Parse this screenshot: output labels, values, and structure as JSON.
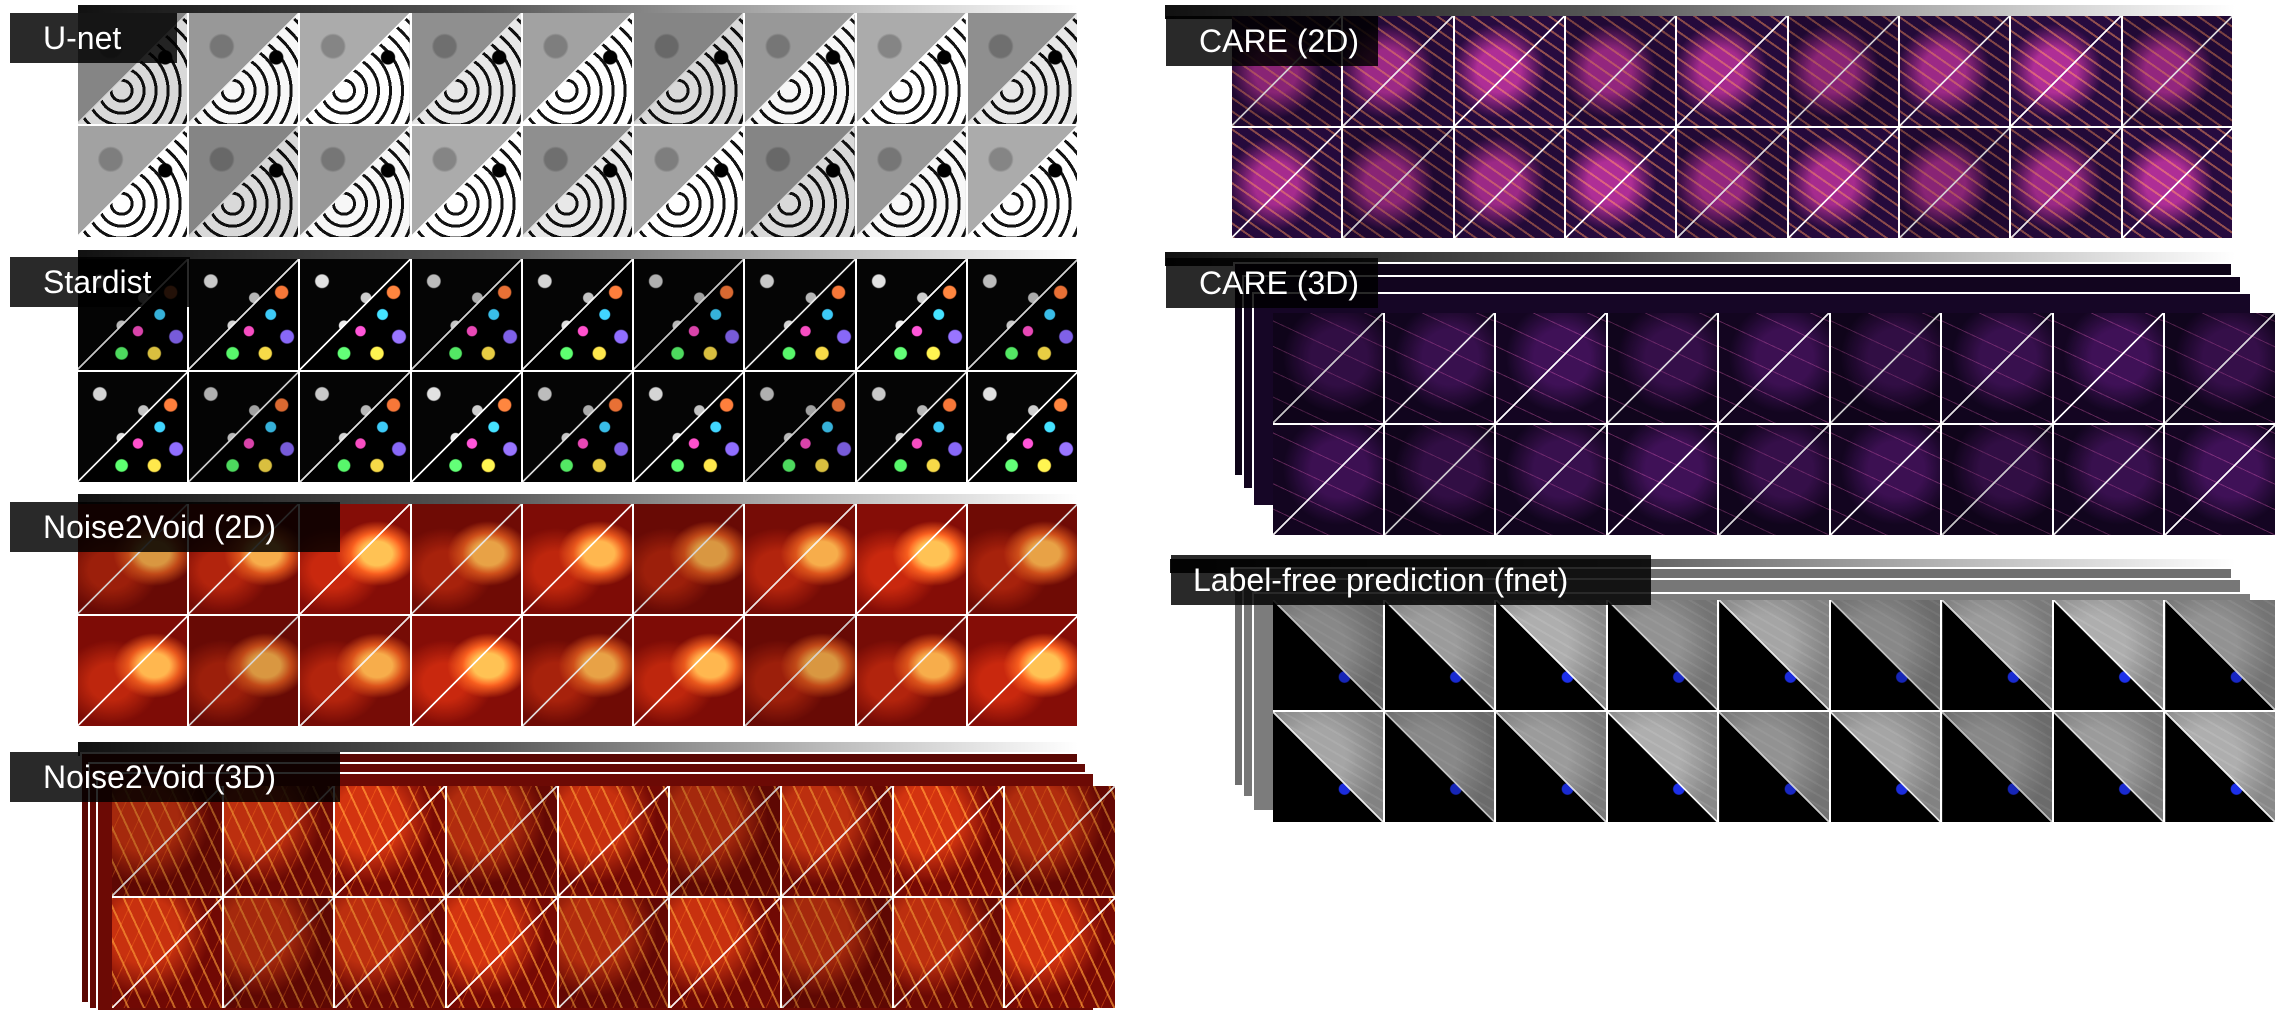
{
  "panels": {
    "unet": {
      "title": "U-net"
    },
    "stardist": {
      "title": "Stardist"
    },
    "n2v2d": {
      "title": "Noise2Void (2D)"
    },
    "n2v3d": {
      "title": "Noise2Void (3D)"
    },
    "care2d": {
      "title": "CARE (2D)"
    },
    "care3d": {
      "title": "CARE (3D)"
    },
    "fnet": {
      "title": "Label-free prediction (fnet)"
    }
  }
}
